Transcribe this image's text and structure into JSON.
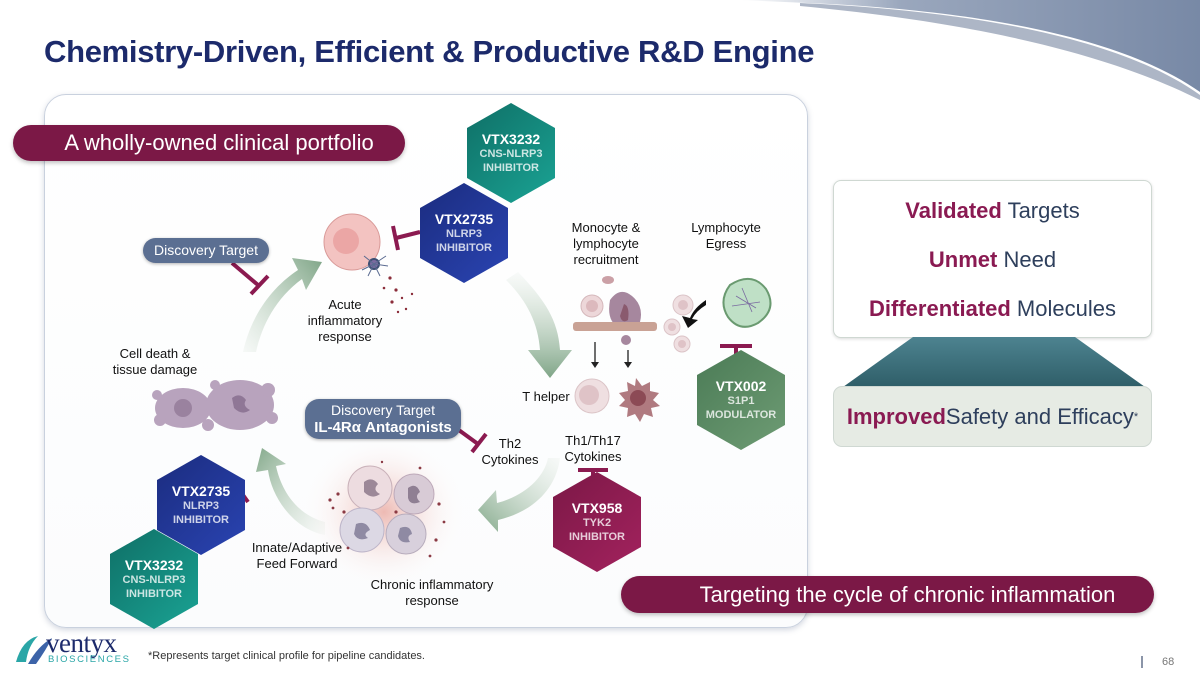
{
  "title": "Chemistry-Driven, Efficient & Productive R&D Engine",
  "banners": {
    "portfolio": "A wholly-owned clinical portfolio",
    "cycle": "Targeting the cycle of chronic inflammation"
  },
  "discovery_targets": [
    {
      "line1": "Discovery Target",
      "line2": ""
    },
    {
      "line1": "Discovery Target",
      "line2": "IL-4Rα Antagonists"
    }
  ],
  "candidates": [
    {
      "code": "VTX3232",
      "sub1": "CNS-NLRP3",
      "sub2": "INHIBITOR",
      "color": "#14877b"
    },
    {
      "code": "VTX2735",
      "sub1": "NLRP3",
      "sub2": "INHIBITOR",
      "color": "#23379a"
    },
    {
      "code": "VTX002",
      "sub1": "S1P1",
      "sub2": "MODULATOR",
      "color": "#5e8d66"
    },
    {
      "code": "VTX958",
      "sub1": "TYK2",
      "sub2": "INHIBITOR",
      "color": "#8f1d52"
    },
    {
      "code": "VTX2735",
      "sub1": "NLRP3",
      "sub2": "INHIBITOR",
      "color": "#23379a"
    },
    {
      "code": "VTX3232",
      "sub1": "CNS-NLRP3",
      "sub2": "INHIBITOR",
      "color": "#14877b"
    }
  ],
  "cycle_labels": {
    "acute": [
      "Acute",
      "inflammatory",
      "response"
    ],
    "monocyte": [
      "Monocyte &",
      "lymphocyte",
      "recruitment"
    ],
    "egress": [
      "Lymphocyte",
      "Egress"
    ],
    "cell_death": [
      "Cell death &",
      "tissue damage"
    ],
    "t_helper": "T helper",
    "th2": [
      "Th2",
      "Cytokines"
    ],
    "th1_th17": [
      "Th1/Th17",
      "Cytokines"
    ],
    "innate": [
      "Innate/Adaptive",
      "Feed Forward"
    ],
    "chronic": [
      "Chronic inflammatory",
      "response"
    ]
  },
  "pyramid": {
    "top": [
      {
        "accent": "Validated",
        "rest": " Targets"
      },
      {
        "accent": "Unmet",
        "rest": " Need"
      },
      {
        "accent": "Differentiated",
        "rest": " Molecules"
      }
    ],
    "bottom": {
      "accent": "Improved",
      "rest": " Safety and Efficacy",
      "mark": "*"
    }
  },
  "logo": {
    "name": "ventyx",
    "sub": "BIOSCIENCES"
  },
  "footnote": "*Represents target clinical profile for pipeline candidates.",
  "page_number": "68",
  "colors": {
    "title_navy": "#1c2a6b",
    "accent_magenta": "#7b1846",
    "discovery_slate": "#5b6f92",
    "inhibit_bar": "#8b1a50"
  }
}
